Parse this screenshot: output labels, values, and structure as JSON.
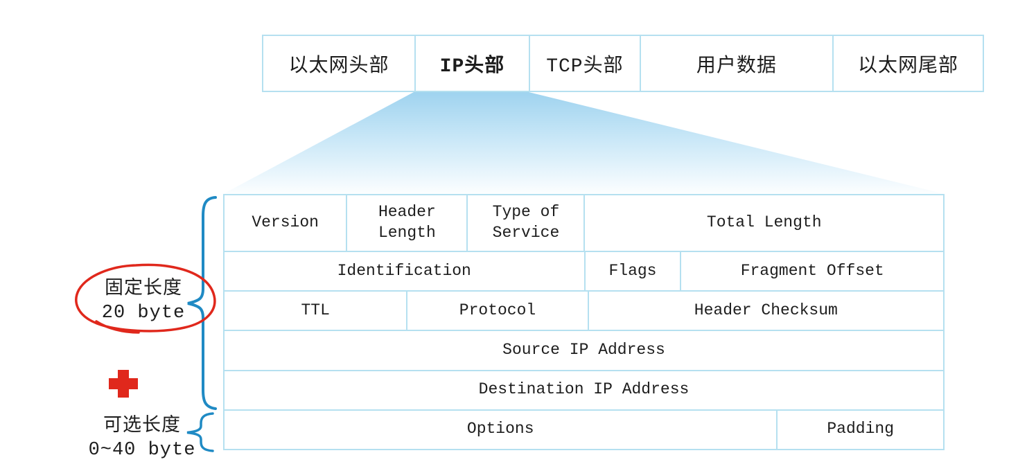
{
  "colors": {
    "border-blue": "#b5e0f0",
    "brace-blue": "#1f8ac4",
    "annot-red": "#e0281c",
    "funnel-top": "#9fd3ef",
    "funnel-bottom": "#fcfeff",
    "text-dark": "#1d1d1d"
  },
  "packet_bar": {
    "cells": [
      {
        "label": "以太网头部"
      },
      {
        "label": "IP头部"
      },
      {
        "label": "TCP头部"
      },
      {
        "label": "用户数据"
      },
      {
        "label": "以太网尾部"
      }
    ]
  },
  "ip_header_table": {
    "rows": [
      {
        "cells": [
          {
            "label": "Version"
          },
          {
            "label": "Header Length"
          },
          {
            "label": "Type of Service"
          },
          {
            "label": "Total Length"
          }
        ]
      },
      {
        "cells": [
          {
            "label": "Identification"
          },
          {
            "label": "Flags"
          },
          {
            "label": "Fragment Offset"
          }
        ]
      },
      {
        "cells": [
          {
            "label": "TTL"
          },
          {
            "label": "Protocol"
          },
          {
            "label": "Header Checksum"
          }
        ]
      },
      {
        "cells": [
          {
            "label": "Source IP Address"
          }
        ]
      },
      {
        "cells": [
          {
            "label": "Destination IP Address"
          }
        ]
      },
      {
        "cells": [
          {
            "label": "Options"
          },
          {
            "label": "Padding"
          }
        ]
      }
    ]
  },
  "annotations": {
    "fixed_length": {
      "line1": "固定长度",
      "line2": "20 byte"
    },
    "optional_length": {
      "line1": "可选长度",
      "line2": "0~40 byte"
    }
  }
}
